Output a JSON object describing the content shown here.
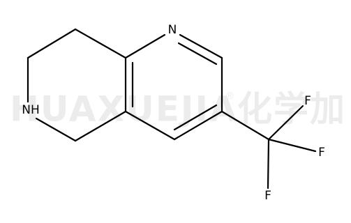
{
  "molecule": {
    "atoms": {
      "n_pyridine": "N",
      "nh_amine": "NH",
      "f_top": "F",
      "f_right": "F",
      "f_bottom": "F"
    }
  },
  "watermark": {
    "latin": "HUAXUEJIA",
    "registered": "®",
    "cjk": "化学加"
  },
  "colors": {
    "bond": "#000000",
    "label": "#000000",
    "watermark": "#ececec"
  }
}
